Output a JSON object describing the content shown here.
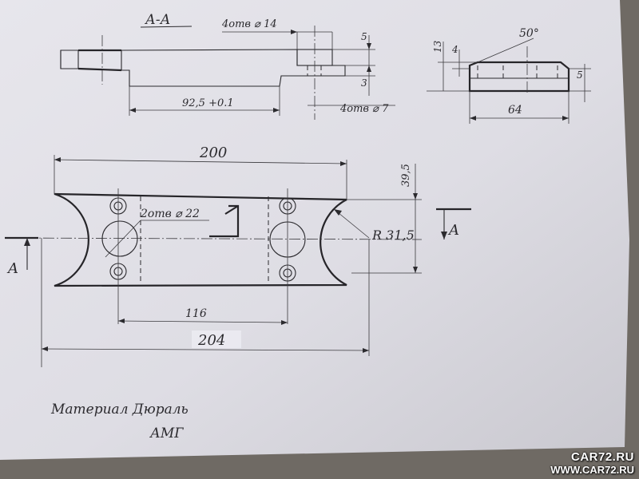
{
  "section_view": {
    "title": "А-А",
    "hole_top_label": "4отв ⌀ 14",
    "hole_bottom_label": "4отв ⌀ 7",
    "dim_length": "92,5 +0.1",
    "dim_5": "5",
    "dim_3": "3"
  },
  "side_view": {
    "angle_label": "50°",
    "dim_13": "13",
    "dim_4": "4",
    "dim_5": "5",
    "dim_64": "64"
  },
  "plan_view": {
    "dim_200": "200",
    "dim_39_5": "39,5",
    "holes_label": "2отв ⌀ 22",
    "radius_label": "R 31,5",
    "dim_116": "116",
    "dim_204": "204",
    "section_mark_left": "A",
    "section_mark_right": "A"
  },
  "material_note": {
    "line1": "Материал Дюраль",
    "line2": "АМГ"
  },
  "watermark": {
    "logo": "CAR72.RU",
    "url": "WWW.CAR72.RU"
  },
  "colors": {
    "paper": "#dedde4",
    "ink": "#2b2a2e",
    "background": "#6f6a64"
  }
}
